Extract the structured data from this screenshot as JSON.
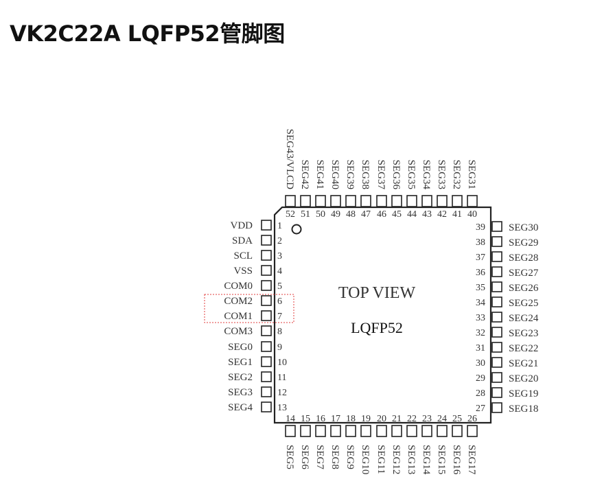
{
  "title": "VK2C22A  LQFP52管脚图",
  "package": {
    "top_view": "TOP VIEW",
    "name": "LQFP52"
  },
  "pins": {
    "left": [
      {
        "num": "1",
        "name": "VDD"
      },
      {
        "num": "2",
        "name": "SDA"
      },
      {
        "num": "3",
        "name": "SCL"
      },
      {
        "num": "4",
        "name": "VSS"
      },
      {
        "num": "5",
        "name": "COM0"
      },
      {
        "num": "6",
        "name": "COM2"
      },
      {
        "num": "7",
        "name": "COM1"
      },
      {
        "num": "8",
        "name": "COM3"
      },
      {
        "num": "9",
        "name": "SEG0"
      },
      {
        "num": "10",
        "name": "SEG1"
      },
      {
        "num": "11",
        "name": "SEG2"
      },
      {
        "num": "12",
        "name": "SEG3"
      },
      {
        "num": "13",
        "name": "SEG4"
      }
    ],
    "bottom": [
      {
        "num": "14",
        "name": "SEG5"
      },
      {
        "num": "15",
        "name": "SEG6"
      },
      {
        "num": "16",
        "name": "SEG7"
      },
      {
        "num": "17",
        "name": "SEG8"
      },
      {
        "num": "18",
        "name": "SEG9"
      },
      {
        "num": "19",
        "name": "SEG10"
      },
      {
        "num": "20",
        "name": "SEG11"
      },
      {
        "num": "21",
        "name": "SEG12"
      },
      {
        "num": "22",
        "name": "SEG13"
      },
      {
        "num": "23",
        "name": "SEG14"
      },
      {
        "num": "24",
        "name": "SEG15"
      },
      {
        "num": "25",
        "name": "SEG16"
      },
      {
        "num": "26",
        "name": "SEG17"
      }
    ],
    "right": [
      {
        "num": "27",
        "name": "SEG18"
      },
      {
        "num": "28",
        "name": "SEG19"
      },
      {
        "num": "29",
        "name": "SEG20"
      },
      {
        "num": "30",
        "name": "SEG21"
      },
      {
        "num": "31",
        "name": "SEG22"
      },
      {
        "num": "32",
        "name": "SEG23"
      },
      {
        "num": "33",
        "name": "SEG24"
      },
      {
        "num": "34",
        "name": "SEG25"
      },
      {
        "num": "35",
        "name": "SEG26"
      },
      {
        "num": "36",
        "name": "SEG27"
      },
      {
        "num": "37",
        "name": "SEG28"
      },
      {
        "num": "38",
        "name": "SEG29"
      },
      {
        "num": "39",
        "name": "SEG30"
      }
    ],
    "top": [
      {
        "num": "40",
        "name": "SEG31"
      },
      {
        "num": "41",
        "name": "SEG32"
      },
      {
        "num": "42",
        "name": "SEG33"
      },
      {
        "num": "43",
        "name": "SEG34"
      },
      {
        "num": "44",
        "name": "SEG35"
      },
      {
        "num": "45",
        "name": "SEG36"
      },
      {
        "num": "46",
        "name": "SEG37"
      },
      {
        "num": "47",
        "name": "SEG38"
      },
      {
        "num": "48",
        "name": "SEG39"
      },
      {
        "num": "49",
        "name": "SEG40"
      },
      {
        "num": "50",
        "name": "SEG41"
      },
      {
        "num": "51",
        "name": "SEG42"
      },
      {
        "num": "52",
        "name": "SEG43/VLCD"
      }
    ]
  },
  "colors": {
    "outline": "#222222",
    "text": "#333333",
    "highlight": "#e23b3b"
  }
}
